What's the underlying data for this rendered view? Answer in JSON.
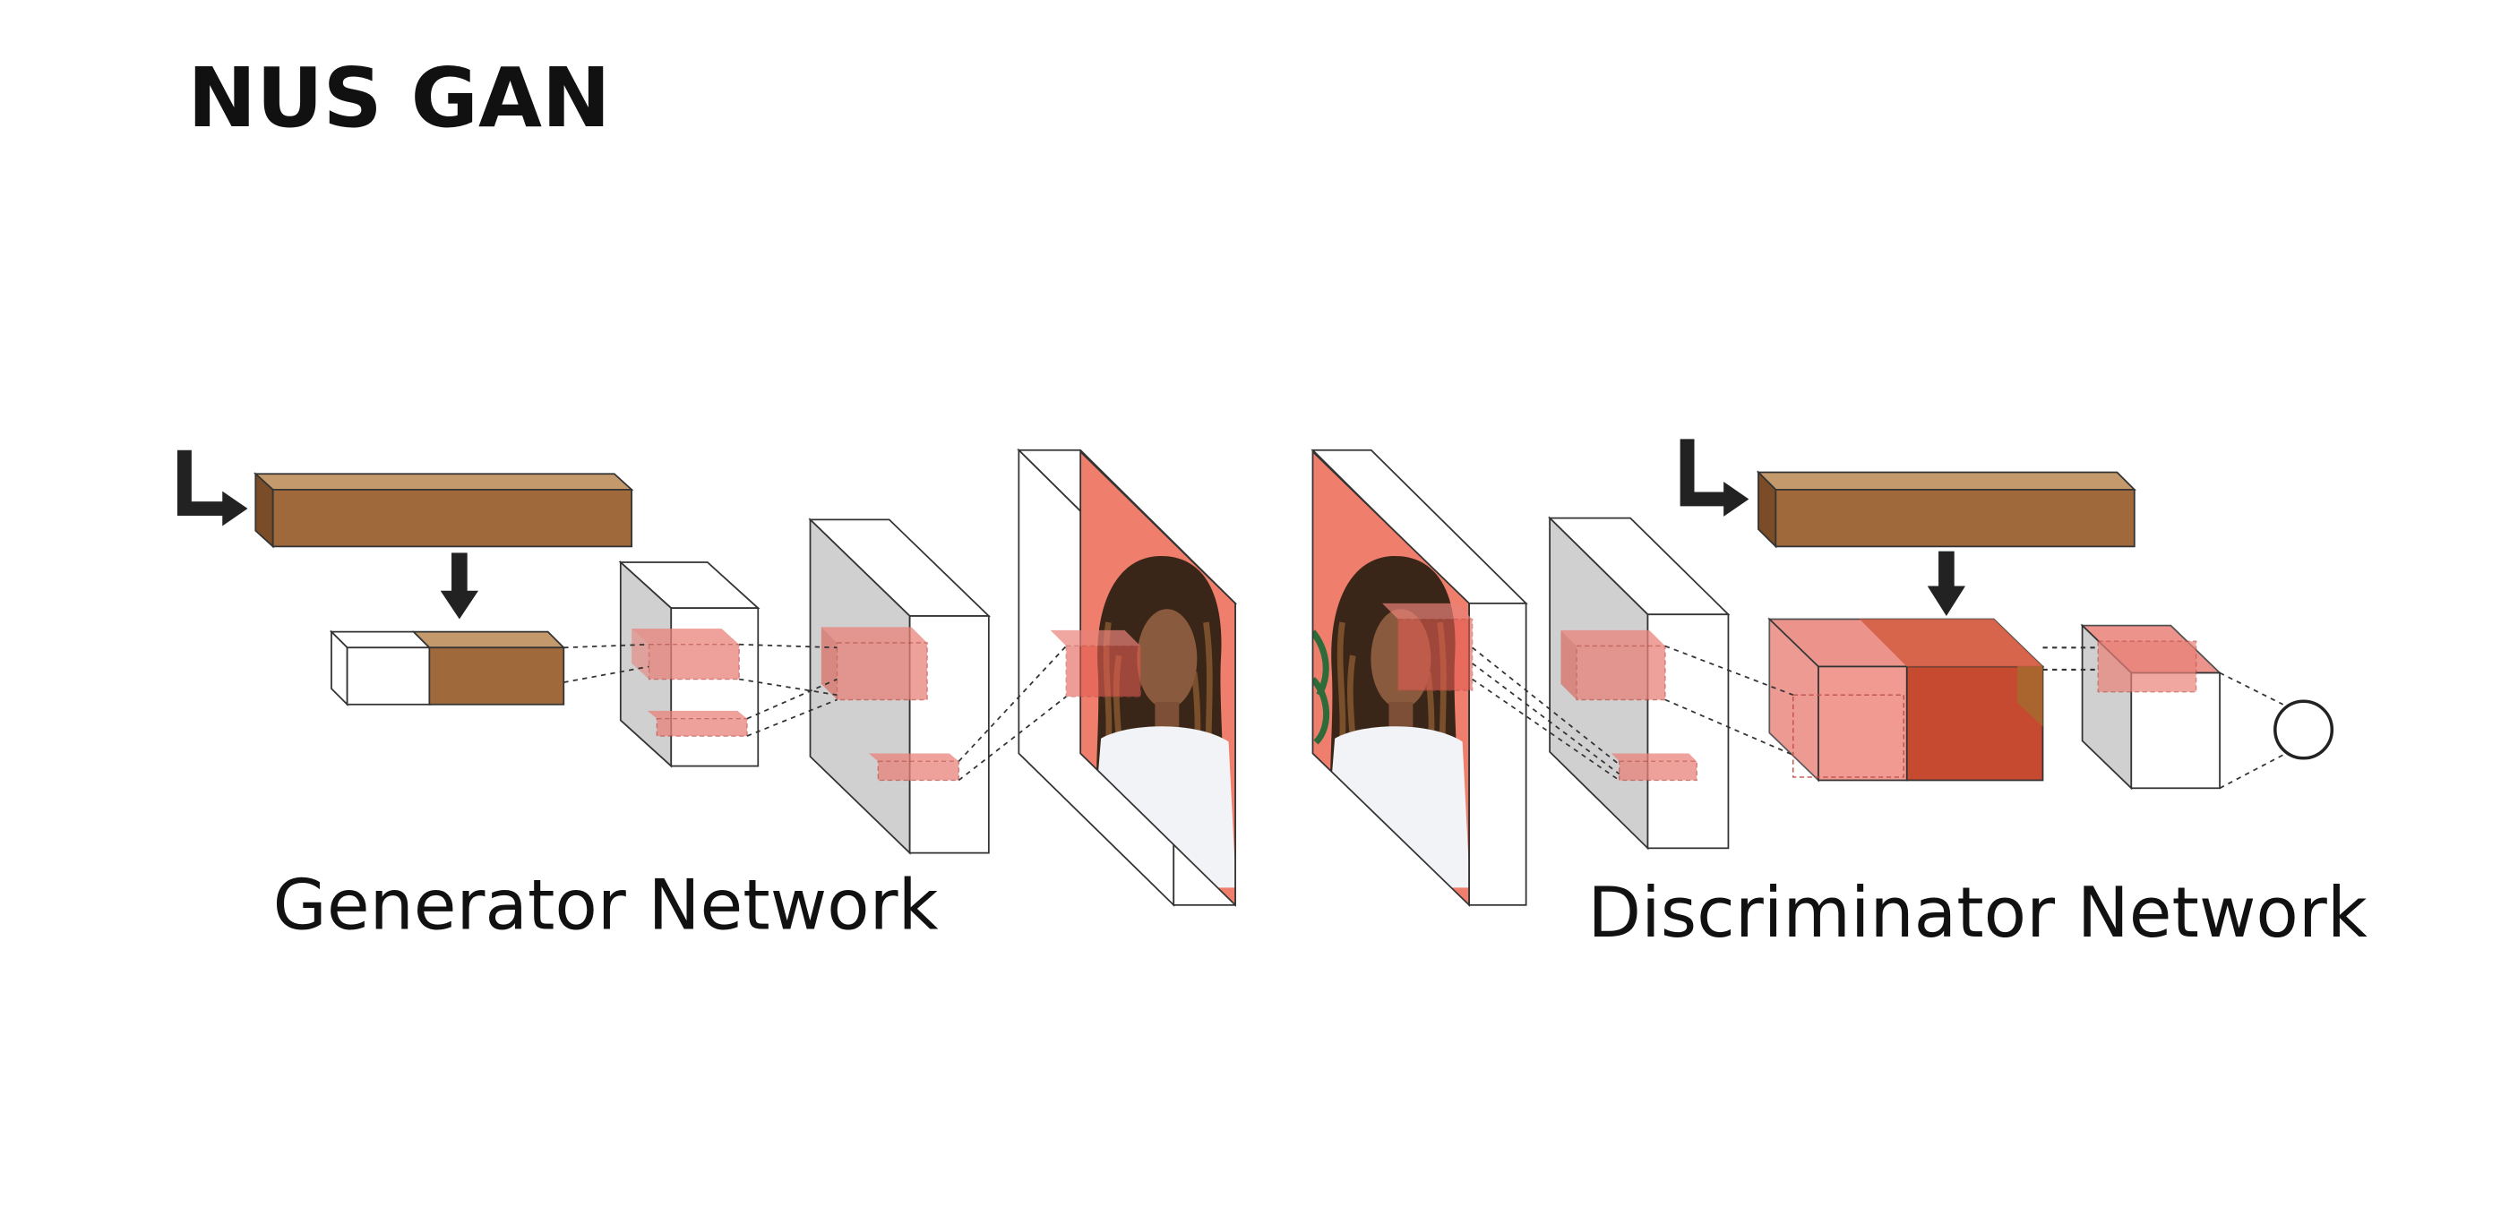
{
  "title": "NUS GAN",
  "generator": {
    "label": "Generator Network"
  },
  "discriminator": {
    "label": "Discriminator Network"
  },
  "colors": {
    "latent_brown": "#a0693c",
    "latent_top": "#c49a6c",
    "latent_side": "#7a4d28",
    "feature_pink": "#e98279",
    "portrait_bg": "#ef7e6c",
    "deep_red": "#c64a30",
    "panel_grey": "#cfcfcf",
    "arrow_dark": "#222222"
  }
}
